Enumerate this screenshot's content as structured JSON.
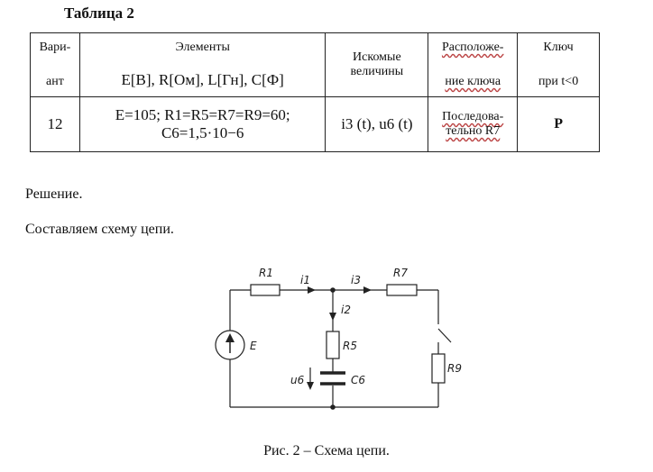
{
  "table_title": "Таблица 2",
  "table": {
    "headers": {
      "variant_top": "Вари-",
      "variant_bottom": "ант",
      "elements_top": "Элементы",
      "elements_bottom": "E[В], R[Ом], L[Гн], C[Ф]",
      "sought": "Искомые величины",
      "switch_pos_top": "Расположе-",
      "switch_pos_bottom": "ние ключа",
      "key_top": "Ключ",
      "key_bottom": "при t<0"
    },
    "row": {
      "variant": "12",
      "elements_line1": "E=105; R1=R5=R7=R9=60;",
      "elements_line2": "C6=1,5·10−6",
      "sought": "i3 (t), u6 (t)",
      "switch_pos_top": "Последова-",
      "switch_pos_bottom": "тельно R7",
      "key": "Р"
    }
  },
  "paragraphs": {
    "solution": "Решение.",
    "compose": "Составляем схему цепи."
  },
  "circuit_labels": {
    "r1": "R1",
    "i1": "i1",
    "i3": "i3",
    "r7": "R7",
    "i2": "i2",
    "e": "E",
    "r5": "R5",
    "r9": "R9",
    "u6": "u6",
    "c6": "C6"
  },
  "caption": "Рис. 2 – Схема цепи."
}
